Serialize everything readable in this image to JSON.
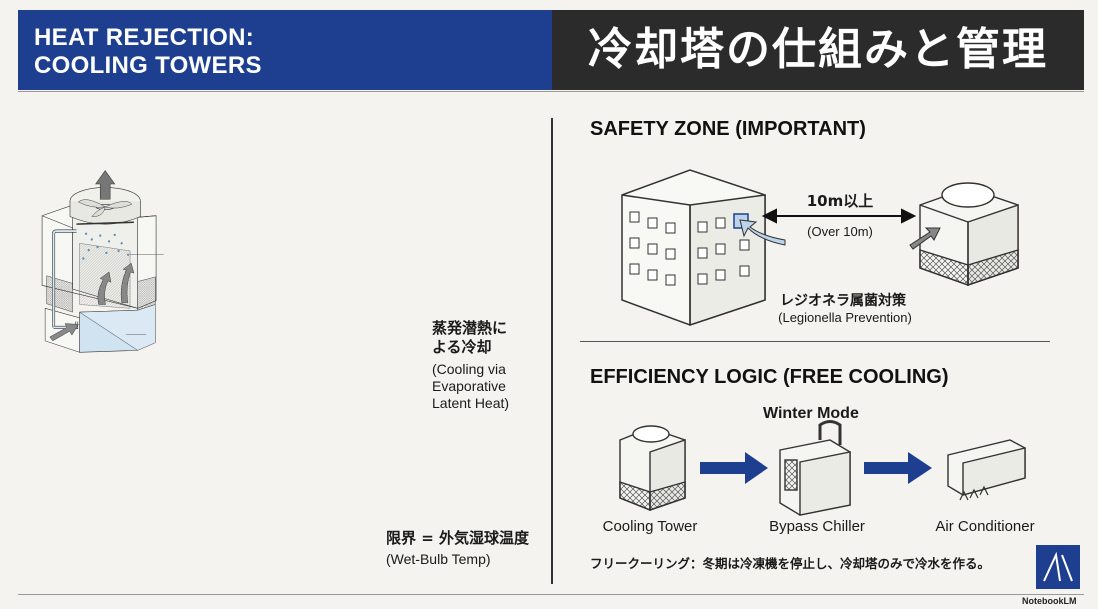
{
  "header": {
    "title_en_line1": "HEAT REJECTION:",
    "title_en_line2": "COOLING TOWERS",
    "title_ja": "冷却塔の仕組みと管理"
  },
  "tower": {
    "evap_ja_line1": "蒸発潜熱に",
    "evap_ja_line2": "よる冷却",
    "evap_en_line1": "(Cooling via",
    "evap_en_line2": "Evaporative",
    "evap_en_line3": "Latent Heat)",
    "limit_ja": "限界 = 外気湿球温度",
    "limit_en": "(Wet-Bulb Temp)"
  },
  "safety": {
    "heading": "SAFETY ZONE (IMPORTANT)",
    "distance": "10m以上",
    "distance_en": "(Over 10m)",
    "legionella_ja": "レジオネラ属菌対策",
    "legionella_en": "(Legionella Prevention)"
  },
  "efficiency": {
    "heading": "EFFICIENCY LOGIC (FREE COOLING)",
    "mode": "Winter Mode",
    "items": [
      "Cooling Tower",
      "Bypass Chiller",
      "Air Conditioner"
    ],
    "note": "フリークーリング：冬期は冷凍機を停止し、冷却塔のみで冷水を作る。"
  },
  "brand": "NotebookLM",
  "colors": {
    "accent": "#1e3f8f",
    "dark": "#2b2b2b",
    "water": "#cfe3f1"
  }
}
